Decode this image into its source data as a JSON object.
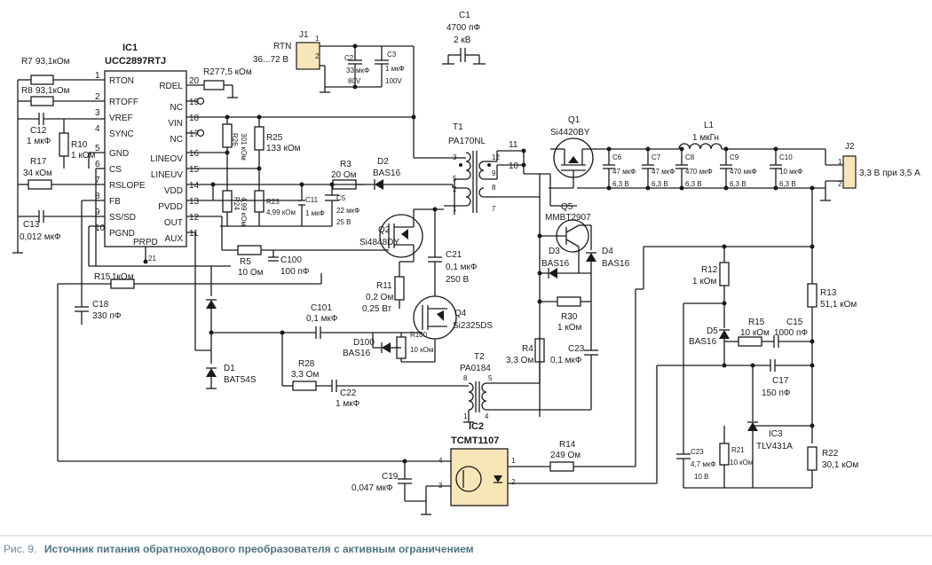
{
  "ic1": {
    "ref": "IC1",
    "part": "UCC2897RTJ",
    "left_pins": [
      [
        "1",
        "RTON"
      ],
      [
        "2",
        "RTOFF"
      ],
      [
        "3",
        "VREF"
      ],
      [
        "4",
        "SYNC"
      ],
      [
        "5",
        "GND"
      ],
      [
        "6",
        "CS"
      ],
      [
        "7",
        "RSLOPE"
      ],
      [
        "8",
        "FB"
      ],
      [
        "9",
        "SS/SD"
      ],
      [
        "10",
        "PGND"
      ]
    ],
    "right_pins": [
      [
        "20",
        "RDEL"
      ],
      [
        "19",
        "NC"
      ],
      [
        "18",
        "VIN"
      ],
      [
        "17",
        "NC"
      ],
      [
        "16",
        "LINEOV"
      ],
      [
        "15",
        "LINEUV"
      ],
      [
        "14",
        "VDD"
      ],
      [
        "13",
        "PVDD"
      ],
      [
        "12",
        "OUT"
      ],
      [
        "11",
        "AUX"
      ]
    ],
    "bottom_pin": [
      "21",
      "PRPD"
    ]
  },
  "components": {
    "r7": {
      "ref": "R7",
      "value": "93,1кОм"
    },
    "r8": {
      "ref": "R8",
      "value": "93,1кОм"
    },
    "r27": {
      "ref": "R27",
      "value": "7,5 кОм"
    },
    "c12": {
      "ref": "C12",
      "value": "1 мкФ"
    },
    "r10": {
      "ref": "R10",
      "value": "1 кОм"
    },
    "r17": {
      "ref": "R17",
      "value": "34 кОм"
    },
    "c13": {
      "ref": "C13",
      "value": "0,012 мкФ"
    },
    "r15": {
      "ref": "R15",
      "value": "1кОм"
    },
    "c18": {
      "ref": "C18",
      "value": "330 пФ"
    },
    "r5": {
      "ref": "R5",
      "value": "10 Ом"
    },
    "c100": {
      "ref": "C100",
      "value": "100 пФ"
    },
    "r26": {
      "ref": "R26",
      "value": "301 кОм"
    },
    "r25": {
      "ref": "R25",
      "value": "133 кОм"
    },
    "r24": {
      "ref": "R24",
      "value": "4,99 кОм"
    },
    "r23": {
      "ref": "R23",
      "value": "4,99 кОм"
    },
    "c11": {
      "ref": "C11",
      "value": "1 мкФ"
    },
    "c5": {
      "ref": "C5",
      "value": "22 мкФ",
      "extra": "25 В"
    },
    "r3": {
      "ref": "R3",
      "value": "20 Ом"
    },
    "d2": {
      "ref": "D2",
      "value": "BAS16"
    },
    "q2": {
      "ref": "Q2",
      "value": "Si4848DY"
    },
    "r11": {
      "ref": "R11",
      "value": "0,2 Ом",
      "extra": "0,25 Вт"
    },
    "c21": {
      "ref": "C21",
      "value": "0,1 мкФ",
      "extra": "250 В"
    },
    "d1": {
      "ref": "D1",
      "value": "BAT54S"
    },
    "c101": {
      "ref": "C101",
      "value": "0,1 мкФ"
    },
    "d100": {
      "ref": "D100",
      "value": "BAS16"
    },
    "r100": {
      "ref": "R100",
      "value": "10 кОм"
    },
    "q4": {
      "ref": "Q4",
      "value": "Si2325DS"
    },
    "r28": {
      "ref": "R28",
      "value": "3,3 Ом"
    },
    "c22": {
      "ref": "C22",
      "value": "1 мкФ"
    },
    "t2": {
      "ref": "T2",
      "value": "PA0184"
    },
    "r4": {
      "ref": "R4",
      "value": "3,3 Ом"
    },
    "c23b": {
      "ref": "C23",
      "value": "0,1 мкФ"
    },
    "r30": {
      "ref": "R30",
      "value": "1 кОм"
    },
    "q5": {
      "ref": "Q5",
      "value": "MMBT2907"
    },
    "d3": {
      "ref": "D3",
      "value": "BAS16"
    },
    "d4": {
      "ref": "D4",
      "value": "BAS16"
    },
    "j1": {
      "ref": "J1",
      "label": "RTN",
      "value": "36...72 В"
    },
    "c2": {
      "ref": "C2",
      "value": "33 мкФ",
      "extra": "80V"
    },
    "c3": {
      "ref": "C3",
      "value": "1 мкФ",
      "extra": "100V"
    },
    "c1": {
      "ref": "C1",
      "value": "4700 пФ",
      "extra": "2 кВ"
    },
    "t1": {
      "ref": "T1",
      "value": "PA170NL"
    },
    "q1": {
      "ref": "Q1",
      "value": "Si4420BY"
    },
    "l1": {
      "ref": "L1",
      "value": "1 мкГн"
    },
    "c6": {
      "ref": "C6",
      "value": "47 мкФ",
      "extra": "6,3 В"
    },
    "c7": {
      "ref": "C7",
      "value": "47 мкФ",
      "extra": "6,3 В"
    },
    "c8": {
      "ref": "C8",
      "value": "470 мкФ",
      "extra": "6,3 В"
    },
    "c9": {
      "ref": "C9",
      "value": "470 мкФ",
      "extra": "6,3 В"
    },
    "c10": {
      "ref": "C10",
      "value": "10 мкФ",
      "extra": "6,3 В"
    },
    "j2": {
      "ref": "J2",
      "value": "3,3 В при 3,5 А"
    },
    "r12": {
      "ref": "R12",
      "value": "1 кОм"
    },
    "d5": {
      "ref": "D5",
      "value": "BAS16"
    },
    "r15b": {
      "ref": "R15",
      "value": "10 кОм"
    },
    "c15": {
      "ref": "C15",
      "value": "1000 пФ"
    },
    "r13": {
      "ref": "R13",
      "value": "51,1 кОм"
    },
    "c17": {
      "ref": "C17",
      "value": "150 пФ"
    },
    "ic3": {
      "ref": "IC3",
      "value": "TLV431A"
    },
    "r22": {
      "ref": "R22",
      "value": "30,1 кОм"
    },
    "c23": {
      "ref": "C23",
      "value": "4,7 мкФ",
      "extra": "10 В"
    },
    "r21": {
      "ref": "R21",
      "value": "10 кОм"
    },
    "ic2": {
      "ref": "IC2",
      "value": "TCMT1107"
    },
    "r14": {
      "ref": "R14",
      "value": "249 Ом"
    },
    "c19": {
      "ref": "C19",
      "value": "0,047 мкФ"
    }
  },
  "caption": {
    "prefix": "Рис. 9.",
    "title": "Источник питания обратноходового преобразователя с активным ограничением"
  }
}
